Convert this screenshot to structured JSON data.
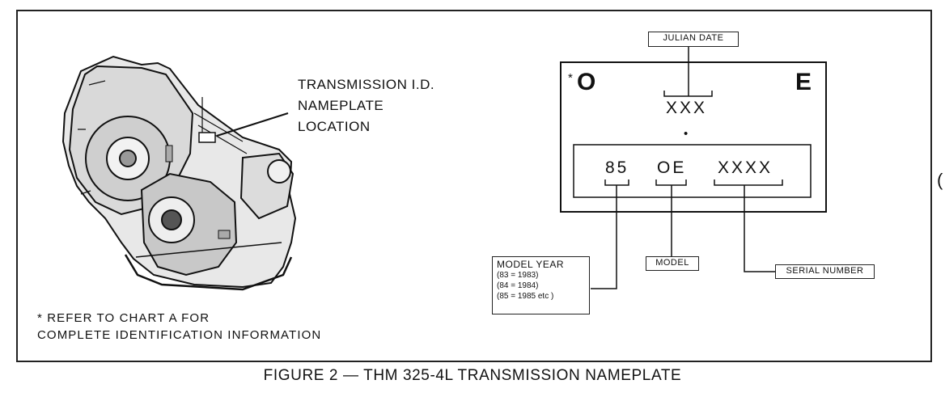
{
  "callout": {
    "line1": "TRANSMISSION I.D.",
    "line2": "NAMEPLATE",
    "line3": "LOCATION"
  },
  "note": {
    "line1": "* REFER TO CHART A FOR",
    "line2": "COMPLETE IDENTIFICATION INFORMATION"
  },
  "nameplate": {
    "star": "*",
    "left_letter": "O",
    "right_letter": "E",
    "julian_value": "XXX",
    "dot": "•",
    "year_value": "85",
    "model_value": "OE",
    "serial_value": "XXXX"
  },
  "labels": {
    "julian_date": "JULIAN DATE",
    "model": "MODEL",
    "serial_number": "SERIAL NUMBER"
  },
  "model_year_box": {
    "title": "MODEL YEAR",
    "rows": [
      "(83 = 1983)",
      "(84 = 1984)",
      "(85 = 1985 etc )"
    ]
  },
  "caption": "FIGURE 2 — THM 325-4L TRANSMISSION NAMEPLATE",
  "edge_mark": "("
}
